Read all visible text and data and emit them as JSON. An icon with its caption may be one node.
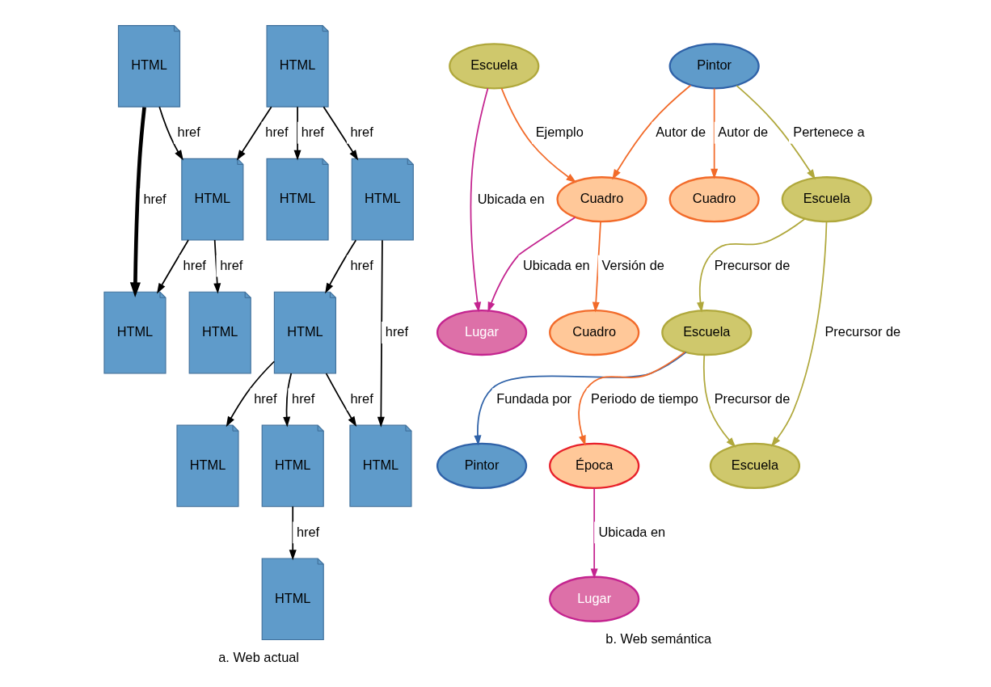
{
  "diagram": {
    "nodes": [
      {
        "text": [
          "HTML"
        ]
      },
      {
        "text": [
          "HTML"
        ]
      },
      {
        "text": [
          "HTML"
        ]
      },
      {
        "text": [
          "HTML"
        ]
      },
      {
        "text": [
          "HTML"
        ]
      },
      {
        "text": [
          "HTML"
        ]
      },
      {
        "text": [
          "HTML"
        ]
      },
      {
        "text": [
          "HTML"
        ]
      },
      {
        "text": [
          "HTML"
        ]
      },
      {
        "text": [
          "HTML"
        ]
      },
      {
        "text": [
          "HTML"
        ]
      },
      {
        "text": [
          "HTML"
        ]
      },
      {
        "text": [
          "Pintor"
        ]
      },
      {
        "text": [
          "Escuela"
        ]
      },
      {
        "text": [
          "Escuela"
        ]
      },
      {
        "text": [
          "Cuadro"
        ]
      },
      {
        "text": [
          "Cuadro"
        ]
      },
      {
        "text": [
          "Escuela"
        ]
      },
      {
        "text": [
          "Cuadro"
        ]
      },
      {
        "text": [
          "Lugar"
        ]
      },
      {
        "text": [
          "Escuela"
        ]
      },
      {
        "text": [
          "Pintor"
        ]
      },
      {
        "text": [
          "Época"
        ]
      },
      {
        "text": [
          "Lugar"
        ]
      }
    ],
    "edges": [
      {
        "from": 0,
        "to": 2,
        "arrow": "to",
        "label": "href"
      },
      {
        "from": 0,
        "to": 3,
        "arrow": "to",
        "label": "href"
      },
      {
        "from": 0,
        "to": 4,
        "arrow": "to",
        "label": "href"
      },
      {
        "from": 1,
        "to": 4,
        "arrow": "to",
        "label": "href"
      },
      {
        "from": 1,
        "to": 7,
        "arrow": "to",
        "label": "href",
        "style": "thick"
      },
      {
        "from": 2,
        "to": 5,
        "arrow": "to",
        "label": "href"
      },
      {
        "from": 2,
        "to": 8,
        "arrow": "to",
        "label": "href"
      },
      {
        "from": 4,
        "to": 6,
        "arrow": "to",
        "label": "href"
      },
      {
        "from": 4,
        "to": 7,
        "arrow": "to",
        "label": "href"
      },
      {
        "from": 5,
        "to": 8,
        "arrow": "to",
        "label": "href"
      },
      {
        "from": 5,
        "to": 9,
        "arrow": "to",
        "label": "href"
      },
      {
        "from": 5,
        "to": 10,
        "arrow": "to",
        "label": "href"
      },
      {
        "from": 10,
        "to": 11,
        "arrow": "to",
        "label": "href"
      },
      {
        "from": 12,
        "to": 14,
        "arrow": "to",
        "label": "Pertenece a",
        "color": "#b0a83c"
      },
      {
        "from": 12,
        "to": 15,
        "arrow": "to",
        "label": "Autor de",
        "color": "#f26b2a"
      },
      {
        "from": 12,
        "to": 16,
        "arrow": "to",
        "label": "Autor de",
        "color": "#f26b2a"
      },
      {
        "from": 13,
        "to": 16,
        "arrow": "to",
        "label": "Ejemplo",
        "color": "#f26b2a"
      },
      {
        "from": 13,
        "to": 19,
        "arrow": "to",
        "label": "Ubicada en",
        "color": "#c4248f"
      },
      {
        "from": 14,
        "to": 17,
        "arrow": "to",
        "label": "Precursor de",
        "color": "#b0a83c"
      },
      {
        "from": 14,
        "to": 20,
        "arrow": "to",
        "label": "Precursor de",
        "color": "#b0a83c"
      },
      {
        "from": 16,
        "to": 18,
        "arrow": "to",
        "label": "Versión de",
        "color": "#f26b2a"
      },
      {
        "from": 16,
        "to": 19,
        "arrow": "to",
        "label": "Ubicada en",
        "color": "#c4248f"
      },
      {
        "from": 17,
        "to": 20,
        "arrow": "to",
        "label": "Precursor de",
        "color": "#b0a83c"
      },
      {
        "from": 17,
        "to": 21,
        "arrow": "to",
        "label": "Fundada por",
        "color": "#2f62a8"
      },
      {
        "from": 17,
        "to": 22,
        "arrow": "to",
        "label": "Periodo de tiempo",
        "color": "#f26b2a"
      },
      {
        "from": 22,
        "to": 23,
        "arrow": "to",
        "label": "Ubicada en",
        "color": "#c4248f"
      }
    ],
    "labels": [
      "a. Web actual",
      "b. Web semántica"
    ]
  }
}
